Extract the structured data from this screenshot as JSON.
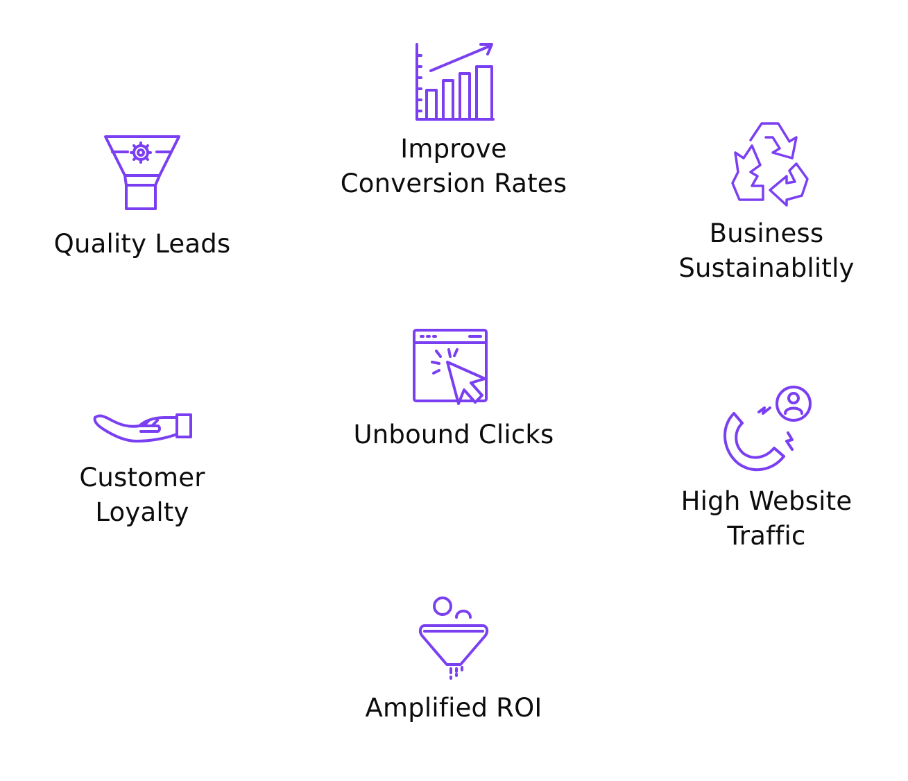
{
  "accent_color": "#7b3ff2",
  "items": [
    {
      "id": "quality-leads",
      "icon": "funnel-gear-icon",
      "lines": [
        "Quality Leads"
      ]
    },
    {
      "id": "improve-conversion",
      "icon": "bar-chart-trend-icon",
      "lines": [
        "Improve",
        "Conversion Rates"
      ]
    },
    {
      "id": "business-sustainability",
      "icon": "recycle-arrows-icon",
      "lines": [
        "Business",
        "Sustainablitly"
      ]
    },
    {
      "id": "customer-loyalty",
      "icon": "open-hand-icon",
      "lines": [
        "Customer",
        "Loyalty"
      ]
    },
    {
      "id": "unbound-clicks",
      "icon": "browser-cursor-click-icon",
      "lines": [
        "Unbound Clicks"
      ]
    },
    {
      "id": "high-website-traffic",
      "icon": "magnet-user-icon",
      "lines": [
        "High Website",
        "Traffic"
      ]
    },
    {
      "id": "amplified-roi",
      "icon": "funnel-people-icon",
      "lines": [
        "Amplified ROI"
      ]
    }
  ]
}
